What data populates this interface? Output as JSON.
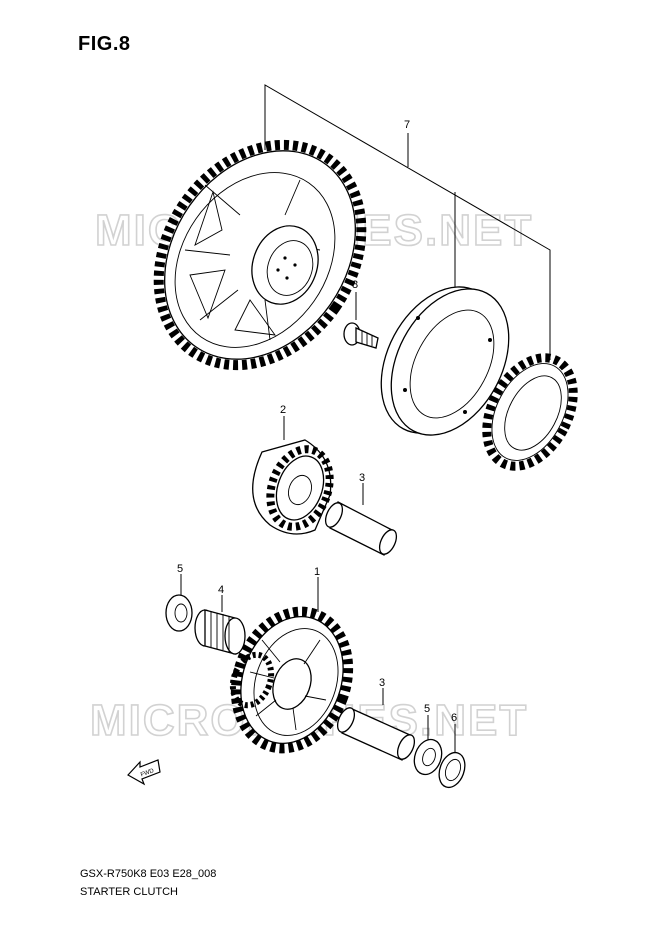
{
  "figure": {
    "title": "FIG.8",
    "code": "GSX-R750K8 E03 E28_008",
    "name": "STARTER CLUTCH"
  },
  "watermarks": [
    "MICROFICHES.NET",
    "MICROFICHES.NET"
  ],
  "callouts": {
    "c7": "7",
    "c8": "8",
    "c2": "2",
    "c3a": "3",
    "c5a": "5",
    "c4": "4",
    "c1": "1",
    "c3b": "3",
    "c5b": "5",
    "c6": "6"
  },
  "direction_arrow": "FWD",
  "icons": [
    "front-direction-arrow-icon"
  ]
}
